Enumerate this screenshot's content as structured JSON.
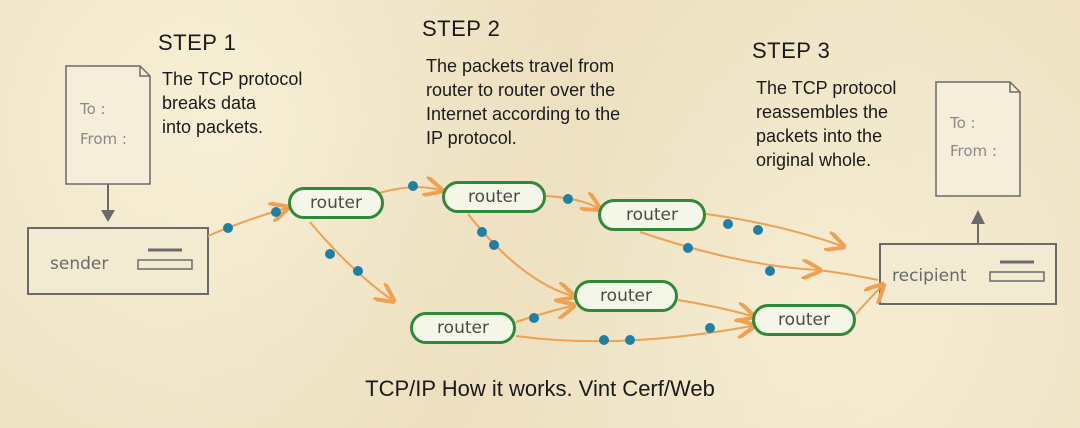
{
  "steps": [
    {
      "title": "STEP 1",
      "text": "The TCP protocol\nbreaks data\ninto packets."
    },
    {
      "title": "STEP 2",
      "text": "The packets travel from\nrouter to router over the\nInternet according to the\nIP protocol."
    },
    {
      "title": "STEP 3",
      "text": "The TCP protocol\nreassembles the\npackets into the\noriginal whole."
    }
  ],
  "envelope": {
    "to": "To :",
    "from": "From :"
  },
  "sender_label": "sender",
  "recipient_label": "recipient",
  "router_label": "router",
  "caption": "TCP/IP How it works. Vint Cerf/Web",
  "colors": {
    "router_border": "#2e8a3a",
    "packet_dot": "#1f7fa6",
    "path": "#f0a050",
    "box": "#6a6a6a"
  }
}
